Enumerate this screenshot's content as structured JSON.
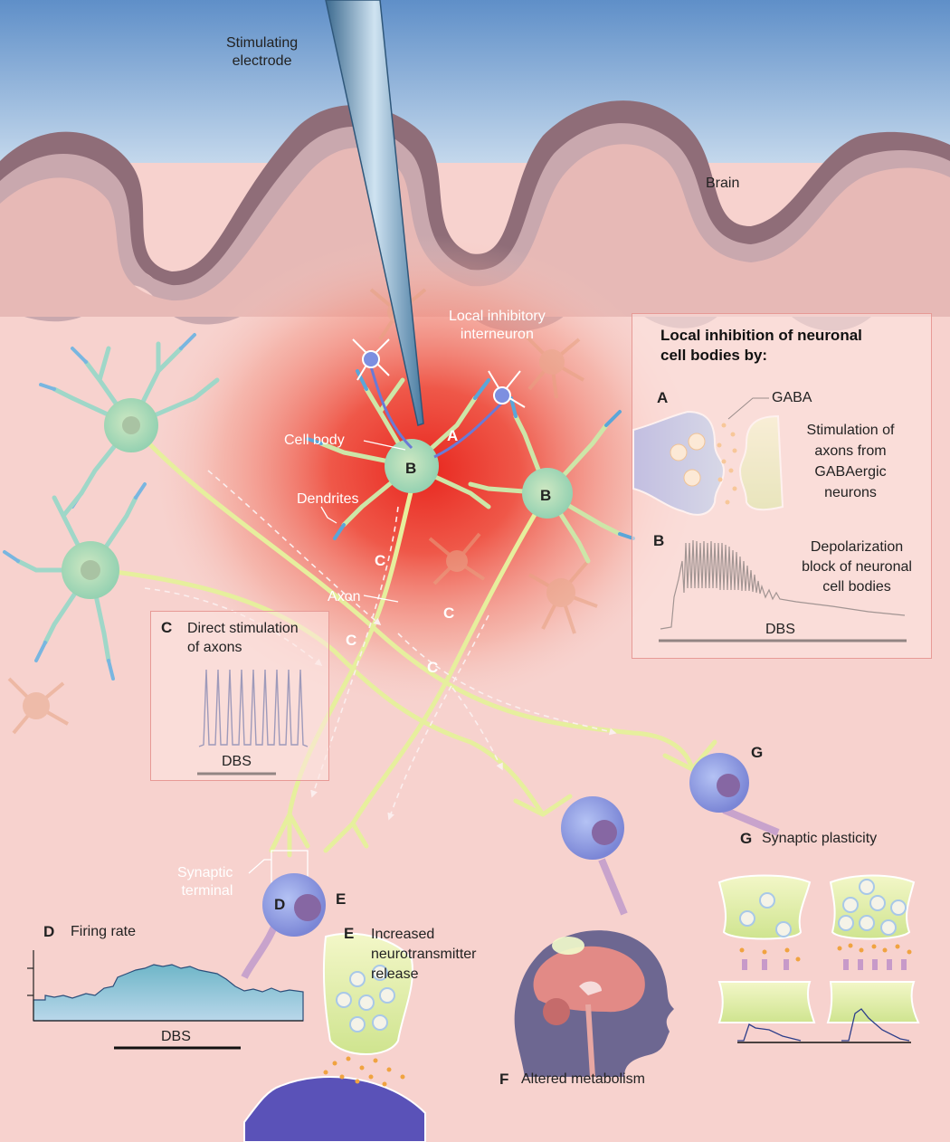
{
  "labels": {
    "stimulating_electrode": "Stimulating\nelectrode",
    "brain": "Brain",
    "local_inhibitory_interneuron": "Local inhibitory\ninterneuron",
    "cell_body": "Cell body",
    "dendrites": "Dendrites",
    "axon": "Axon",
    "synaptic_terminal": "Synaptic\nterminal"
  },
  "letters": {
    "A": "A",
    "B": "B",
    "C": "C",
    "D": "D",
    "E": "E",
    "F": "F",
    "G": "G"
  },
  "panel_inhibition": {
    "title": "Local inhibition of neuronal\ncell bodies by:",
    "a_letter": "A",
    "gaba": "GABA",
    "a_text": "Stimulation of\naxons from\nGABAergic\nneurons",
    "b_letter": "B",
    "b_text": "Depolarization\nblock of neuronal\ncell bodies",
    "dbs": "DBS"
  },
  "panel_c": {
    "letter": "C",
    "title": "Direct stimulation\nof axons",
    "dbs": "DBS"
  },
  "panel_d": {
    "letter": "D",
    "title": "Firing rate",
    "dbs": "DBS"
  },
  "panel_e": {
    "letter": "E",
    "title": "Increased\nneurotransmitter\nrelease"
  },
  "panel_f": {
    "letter": "F",
    "title": "Altered metabolism"
  },
  "panel_g": {
    "letter": "G",
    "title": "Synaptic plasticity"
  }
}
